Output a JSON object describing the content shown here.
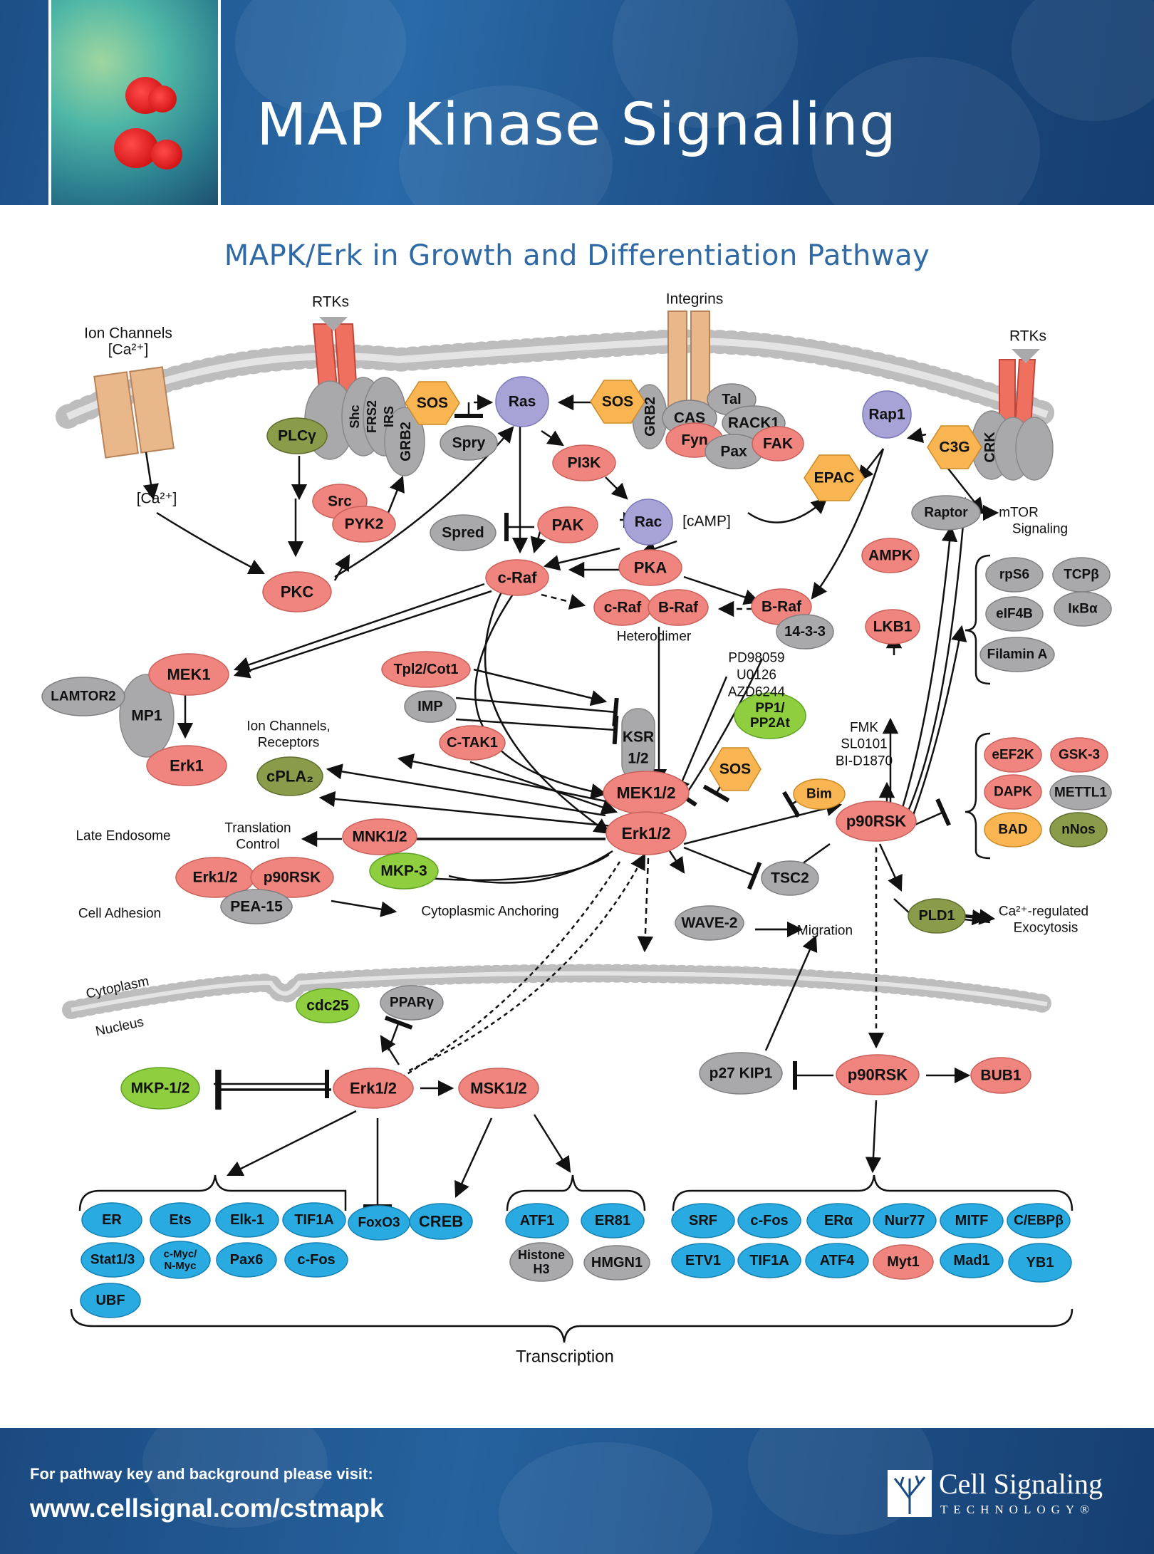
{
  "header": {
    "title": "MAP Kinase Signaling",
    "subtitle": "MAPK/Erk in Growth and Differentiation Pathway"
  },
  "colors": {
    "red": "#f0857f",
    "gray": "#a9a9ab",
    "olive": "#8a9b4a",
    "green": "#8fcf3f",
    "orange": "#f8b551",
    "blue": "#29abe2",
    "purple": "#a7a3d6",
    "receptor": "#f07060",
    "channel": "#e8b78a",
    "header_blue": "#1d4f86",
    "subtitle_blue": "#2f6aa6"
  },
  "labels": {
    "ion_channels": "Ion Channels",
    "ca_top": "[Ca²⁺]",
    "ca_inside": "[Ca²⁺]",
    "rtks_left": "RTKs",
    "integrins": "Integrins",
    "rtks_right": "RTKs",
    "camp": "[cAMP]",
    "mtor": "mTOR",
    "mtor2": "Signaling",
    "heterodimer": "Heterodimer",
    "mek_inhib1": "PD98059",
    "mek_inhib2": "U0126",
    "mek_inhib3": "AZD6244",
    "rsk_inhib1": "FMK",
    "rsk_inhib2": "SL0101",
    "rsk_inhib3": "BI-D1870",
    "ion_receptors1": "Ion Channels,",
    "ion_receptors2": "Receptors",
    "translation1": "Translation",
    "translation2": "Control",
    "late_endosome": "Late Endosome",
    "cell_adhesion": "Cell Adhesion",
    "cyto_anchoring": "Cytoplasmic Anchoring",
    "migration": "Migration",
    "exocytosis1": "Ca²⁺-regulated",
    "exocytosis2": "Exocytosis",
    "cytoplasm": "Cytoplasm",
    "nucleus": "Nucleus",
    "transcription": "Transcription"
  },
  "nodes": {
    "plcg": "PLCγ",
    "shc": "Shc",
    "frs2": "FRS2",
    "irs": "IRS",
    "grb2a": "GRB2",
    "sos1": "SOS",
    "spry": "Spry",
    "ras": "Ras",
    "sos2": "SOS",
    "grb2b": "GRB2",
    "cas": "CAS",
    "tal": "Tal",
    "rack1": "RACK1",
    "fyn": "Fyn",
    "pax": "Pax",
    "fak": "FAK",
    "rap1": "Rap1",
    "c3g": "C3G",
    "crk": "CRK",
    "src": "Src",
    "pyk2": "PYK2",
    "pi3k": "PI3K",
    "epac": "EPAC",
    "raptor": "Raptor",
    "spred": "Spred",
    "pak": "PAK",
    "rac": "Rac",
    "pkc": "PKC",
    "craf": "c-Raf",
    "pka": "PKA",
    "ampk": "AMPK",
    "craf2": "c-Raf",
    "braf2": "B-Raf",
    "braf": "B-Raf",
    "p1433": "14-3-3",
    "lkb1": "LKB1",
    "rps6": "rpS6",
    "tcpb": "TCPβ",
    "eif4b": "eIF4B",
    "ikba": "IκBα",
    "filamin": "Filamin A",
    "mek1": "MEK1",
    "lamtor2": "LAMTOR2",
    "mp1": "MP1",
    "erk1": "Erk1",
    "tpl2": "Tpl2/Cot1",
    "imp": "IMP",
    "ctak1": "C-TAK1",
    "ksr": "KSR",
    "ksr2": "1/2",
    "pp1": "PP1/",
    "pp2a": "PP2At",
    "sos3": "SOS",
    "bim": "Bim",
    "cpla2": "cPLA₂",
    "mek12": "MEK1/2",
    "erk12": "Erk1/2",
    "p90rsk": "p90RSK",
    "eef2k": "eEF2K",
    "gsk3": "GSK-3",
    "dapk": "DAPK",
    "mettl1": "METTL1",
    "bad": "BAD",
    "nnos": "nNos",
    "mnk12": "MNK1/2",
    "mkp3": "MKP-3",
    "erk12b": "Erk1/2",
    "p90rskb": "p90RSK",
    "pea15": "PEA-15",
    "tsc2": "TSC2",
    "wave2": "WAVE-2",
    "pld1": "PLD1",
    "cdc25": "cdc25",
    "pparg": "PPARγ",
    "mkp12": "MKP-1/2",
    "erk12n": "Erk1/2",
    "msk12": "MSK1/2",
    "p27": "p27 KIP1",
    "p90rskn": "p90RSK",
    "bub1": "BUB1",
    "er": "ER",
    "ets": "Ets",
    "elk1": "Elk-1",
    "tif1a": "TIF1A",
    "foxo3": "FoxO3",
    "creb": "CREB",
    "stat": "Stat1/3",
    "cmyc1": "c-Myc/",
    "cmyc2": "N-Myc",
    "pax6": "Pax6",
    "cfos": "c-Fos",
    "ubf": "UBF",
    "atf1": "ATF1",
    "er81": "ER81",
    "histone1": "Histone",
    "histone2": "H3",
    "hmgn1": "HMGN1",
    "srf": "SRF",
    "cfos2": "c-Fos",
    "era": "ERα",
    "nur77": "Nur77",
    "mitf": "MITF",
    "cebpb": "C/EBPβ",
    "etv1": "ETV1",
    "tif1a2": "TIF1A",
    "atf4": "ATF4",
    "myt1": "Myt1",
    "mad1": "Mad1",
    "yb1": "YB1"
  },
  "footer": {
    "line1": "For pathway key and background please visit:",
    "line2": "www.cellsignal.com/cstmapk",
    "logo_name": "Cell Signaling",
    "logo_tag": "TECHNOLOGY®"
  }
}
